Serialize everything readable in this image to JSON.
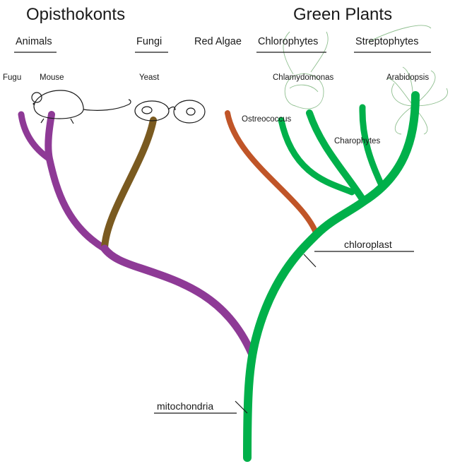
{
  "groups": {
    "opisthokonts": "Opisthokonts",
    "green_plants": "Green Plants"
  },
  "subgroups": {
    "animals": "Animals",
    "fungi": "Fungi",
    "red_algae": "Red Algae",
    "chlorophytes": "Chlorophytes",
    "streptophytes": "Streptophytes"
  },
  "taxa": {
    "fugu": "Fugu",
    "mouse": "Mouse",
    "yeast": "Yeast",
    "chlamydomonas": "Chlamydomonas",
    "arabidopsis": "Arabidopsis",
    "ostreococcus": "Ostreococcus",
    "charophytes": "Charophytes"
  },
  "events": {
    "chloroplast": "chloroplast",
    "mitochondria": "mitochondria"
  },
  "colors": {
    "animals": "#8e3a96",
    "fungi": "#7a5a20",
    "red_algae": "#c05528",
    "green_plants": "#00b04a"
  }
}
